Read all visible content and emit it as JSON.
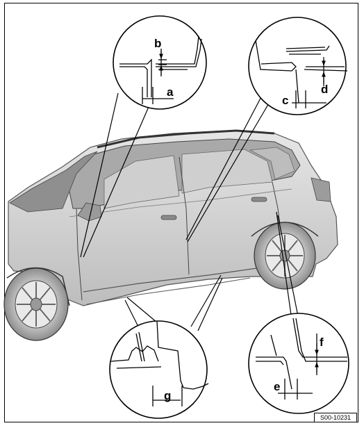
{
  "figure_id": "S00-10231",
  "callouts": {
    "a": "a",
    "b": "b",
    "c": "c",
    "d": "d",
    "e": "e",
    "f": "f",
    "g": "g"
  }
}
